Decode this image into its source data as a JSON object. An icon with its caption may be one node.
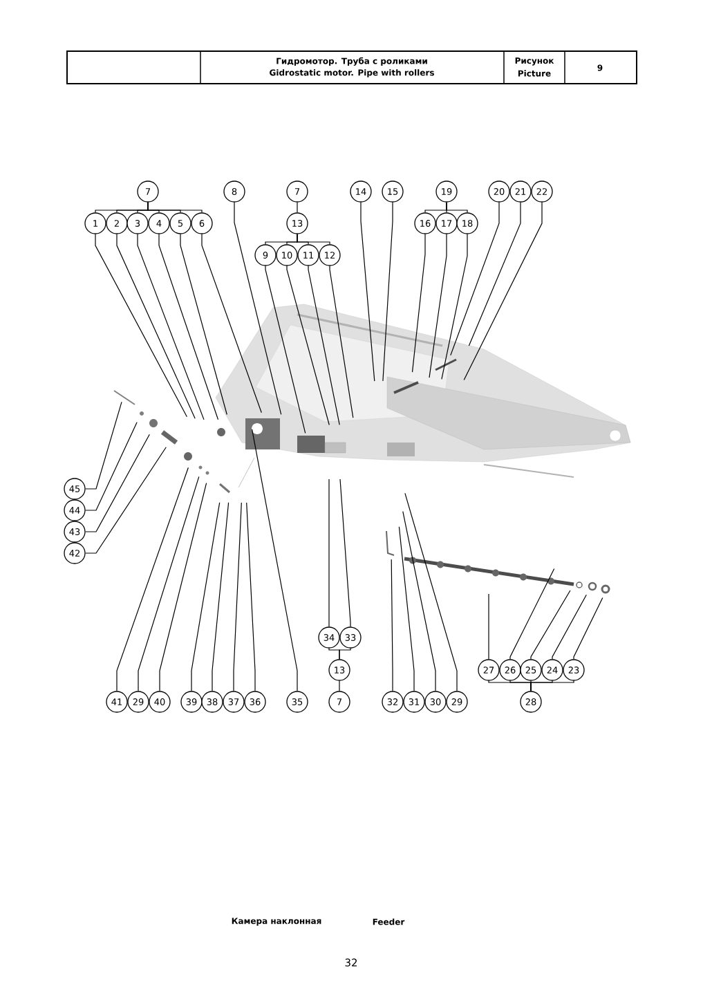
{
  "diagram": {
    "title": "Гидромотор. Труба с роликами",
    "nodes": [
      {
        "text": [
          "7"
        ]
      },
      {
        "text": [
          "8"
        ]
      },
      {
        "text": [
          "7"
        ]
      },
      {
        "text": [
          "14"
        ]
      },
      {
        "text": [
          "15"
        ]
      },
      {
        "text": [
          "19"
        ]
      },
      {
        "text": [
          "20"
        ]
      },
      {
        "text": [
          "21"
        ]
      },
      {
        "text": [
          "22"
        ]
      },
      {
        "text": [
          "1"
        ]
      },
      {
        "text": [
          "2"
        ]
      },
      {
        "text": [
          "3"
        ]
      },
      {
        "text": [
          "4"
        ]
      },
      {
        "text": [
          "5"
        ]
      },
      {
        "text": [
          "6"
        ]
      },
      {
        "text": [
          "13"
        ]
      },
      {
        "text": [
          "16"
        ]
      },
      {
        "text": [
          "17"
        ]
      },
      {
        "text": [
          "18"
        ]
      },
      {
        "text": [
          "9"
        ]
      },
      {
        "text": [
          "10"
        ]
      },
      {
        "text": [
          "11"
        ]
      },
      {
        "text": [
          "12"
        ]
      },
      {
        "text": [
          "45"
        ]
      },
      {
        "text": [
          "44"
        ]
      },
      {
        "text": [
          "43"
        ]
      },
      {
        "text": [
          "42"
        ]
      },
      {
        "text": [
          "34"
        ]
      },
      {
        "text": [
          "33"
        ]
      },
      {
        "text": [
          "13"
        ]
      },
      {
        "text": [
          "27"
        ]
      },
      {
        "text": [
          "26"
        ]
      },
      {
        "text": [
          "25"
        ]
      },
      {
        "text": [
          "24"
        ]
      },
      {
        "text": [
          "23"
        ]
      },
      {
        "text": [
          "41"
        ]
      },
      {
        "text": [
          "29"
        ]
      },
      {
        "text": [
          "40"
        ]
      },
      {
        "text": [
          "39"
        ]
      },
      {
        "text": [
          "38"
        ]
      },
      {
        "text": [
          "37"
        ]
      },
      {
        "text": [
          "36"
        ]
      },
      {
        "text": [
          "35"
        ]
      },
      {
        "text": [
          "7"
        ]
      },
      {
        "text": [
          "32"
        ]
      },
      {
        "text": [
          "31"
        ]
      },
      {
        "text": [
          "30"
        ]
      },
      {
        "text": [
          "29"
        ]
      },
      {
        "text": [
          "28"
        ]
      }
    ],
    "edges": [
      {
        "from": 0,
        "to": 9,
        "arrow": "none"
      },
      {
        "from": 0,
        "to": 10,
        "arrow": "none"
      },
      {
        "from": 0,
        "to": 11,
        "arrow": "none"
      },
      {
        "from": 0,
        "to": 12,
        "arrow": "none"
      },
      {
        "from": 0,
        "to": 13,
        "arrow": "none"
      },
      {
        "from": 0,
        "to": 14,
        "arrow": "none"
      },
      {
        "from": 2,
        "to": 15,
        "arrow": "none"
      },
      {
        "from": 15,
        "to": 19,
        "arrow": "none"
      },
      {
        "from": 15,
        "to": 20,
        "arrow": "none"
      },
      {
        "from": 15,
        "to": 21,
        "arrow": "none"
      },
      {
        "from": 15,
        "to": 22,
        "arrow": "none"
      },
      {
        "from": 5,
        "to": 16,
        "arrow": "none"
      },
      {
        "from": 5,
        "to": 17,
        "arrow": "none"
      },
      {
        "from": 5,
        "to": 18,
        "arrow": "none"
      },
      {
        "from": 29,
        "to": 27,
        "arrow": "none"
      },
      {
        "from": 29,
        "to": 28,
        "arrow": "none"
      },
      {
        "from": 43,
        "to": 29,
        "arrow": "none"
      },
      {
        "from": 48,
        "to": 30,
        "arrow": "none"
      },
      {
        "from": 48,
        "to": 31,
        "arrow": "none"
      },
      {
        "from": 48,
        "to": 32,
        "arrow": "none"
      },
      {
        "from": 48,
        "to": 33,
        "arrow": "none"
      },
      {
        "from": 48,
        "to": 34,
        "arrow": "none"
      },
      {
        "from": 9,
        "to": null,
        "arrow": "none"
      },
      {
        "from": 10,
        "to": null,
        "arrow": "none"
      },
      {
        "from": 11,
        "to": null,
        "arrow": "none"
      },
      {
        "from": 12,
        "to": null,
        "arrow": "none"
      },
      {
        "from": 13,
        "to": null,
        "arrow": "none"
      },
      {
        "from": 14,
        "to": null,
        "arrow": "none"
      },
      {
        "from": 1,
        "to": null,
        "arrow": "none"
      },
      {
        "from": 19,
        "to": null,
        "arrow": "none"
      },
      {
        "from": 20,
        "to": null,
        "arrow": "none"
      },
      {
        "from": 21,
        "to": null,
        "arrow": "none"
      },
      {
        "from": 22,
        "to": null,
        "arrow": "none"
      },
      {
        "from": 3,
        "to": null,
        "arrow": "none"
      },
      {
        "from": 4,
        "to": null,
        "arrow": "none"
      },
      {
        "from": 16,
        "to": null,
        "arrow": "none"
      },
      {
        "from": 17,
        "to": null,
        "arrow": "none"
      },
      {
        "from": 18,
        "to": null,
        "arrow": "none"
      },
      {
        "from": 6,
        "to": null,
        "arrow": "none"
      },
      {
        "from": 7,
        "to": null,
        "arrow": "none"
      },
      {
        "from": 8,
        "to": null,
        "arrow": "none"
      },
      {
        "from": 23,
        "to": null,
        "arrow": "none"
      },
      {
        "from": 24,
        "to": null,
        "arrow": "none"
      },
      {
        "from": 25,
        "to": null,
        "arrow": "none"
      },
      {
        "from": 26,
        "to": null,
        "arrow": "none"
      },
      {
        "from": 27,
        "to": null,
        "arrow": "none"
      },
      {
        "from": 28,
        "to": null,
        "arrow": "none"
      },
      {
        "from": 30,
        "to": null,
        "arrow": "none"
      },
      {
        "from": 31,
        "to": null,
        "arrow": "none"
      },
      {
        "from": 32,
        "to": null,
        "arrow": "none"
      },
      {
        "from": 33,
        "to": null,
        "arrow": "none"
      },
      {
        "from": 34,
        "to": null,
        "arrow": "none"
      },
      {
        "from": 35,
        "to": null,
        "arrow": "none"
      },
      {
        "from": 36,
        "to": null,
        "arrow": "none"
      },
      {
        "from": 37,
        "to": null,
        "arrow": "none"
      },
      {
        "from": 38,
        "to": null,
        "arrow": "none"
      },
      {
        "from": 39,
        "to": null,
        "arrow": "none"
      },
      {
        "from": 40,
        "to": null,
        "arrow": "none"
      },
      {
        "from": 41,
        "to": null,
        "arrow": "none"
      },
      {
        "from": 42,
        "to": null,
        "arrow": "none"
      },
      {
        "from": 44,
        "to": null,
        "arrow": "none"
      },
      {
        "from": 45,
        "to": null,
        "arrow": "none"
      },
      {
        "from": 46,
        "to": null,
        "arrow": "none"
      },
      {
        "from": 47,
        "to": null,
        "arrow": "none"
      }
    ],
    "labels": [
      "Gidrostatic motor. Pipe with rollers",
      "Рисунок",
      "Picture",
      "9",
      "Камера наклонная",
      "Feeder",
      "32"
    ]
  }
}
